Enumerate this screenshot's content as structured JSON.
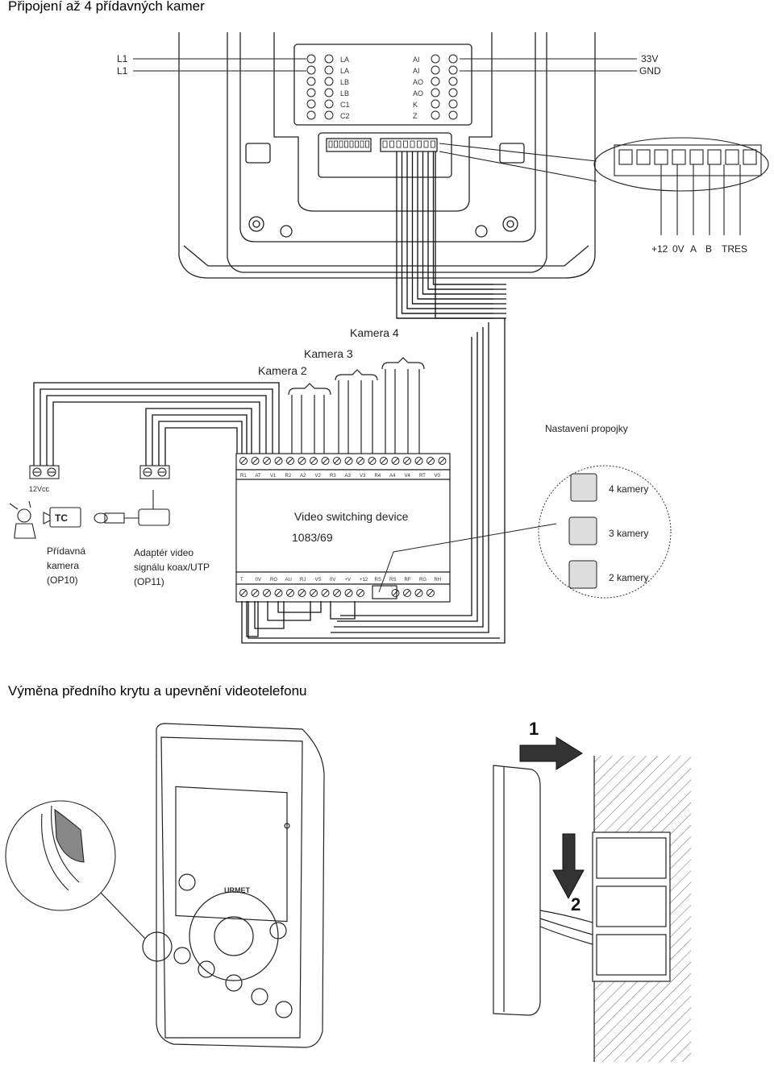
{
  "headings": {
    "connection": "Připojení až 4 přídavných kamer",
    "replacement": "Výměna předního krytu a upevnění videotelefonu"
  },
  "monitor": {
    "left_lines": [
      "L1",
      "L1"
    ],
    "left_terminals": [
      "LA",
      "LA",
      "LB",
      "LB",
      "C1",
      "C2"
    ],
    "right_terminals": [
      "AI",
      "AI",
      "AO",
      "AO",
      "K",
      "Z"
    ],
    "right_lines": [
      "33V",
      "GND"
    ],
    "zoom_labels": [
      "+12",
      "0V",
      "A",
      "B",
      "TRES"
    ]
  },
  "cameras": {
    "camera2": "Kamera 2",
    "camera3": "Kamera 3",
    "camera4": "Kamera 4"
  },
  "device": {
    "name": "Video switching device",
    "model": "1083/69",
    "top_labels": [
      "R1",
      "AT",
      "V1",
      "R2",
      "A2",
      "V2",
      "R3",
      "A3",
      "V3",
      "R4",
      "A4",
      "V4",
      "RT",
      "V0"
    ],
    "bottom_labels": [
      "T",
      "0V",
      "RO",
      "AU",
      "RJ",
      "VS",
      "0V",
      "+V",
      "+12",
      "RS",
      "RS",
      "RF",
      "RG",
      "RH"
    ]
  },
  "accessories": {
    "supply": "12Vcc",
    "camera_label": [
      "Přídavná",
      "kamera",
      "(OP10)"
    ],
    "adapter_label": [
      "Adaptér video",
      "signálu koax/UTP",
      "(OP11)"
    ],
    "tc_logo": "TC"
  },
  "jumper": {
    "title": "Nastavení propojky",
    "options": [
      "4 kamery",
      "3 kamery",
      "2 kamery"
    ]
  },
  "mounting": {
    "step1": "1",
    "step2": "2",
    "brand": "URMET"
  }
}
